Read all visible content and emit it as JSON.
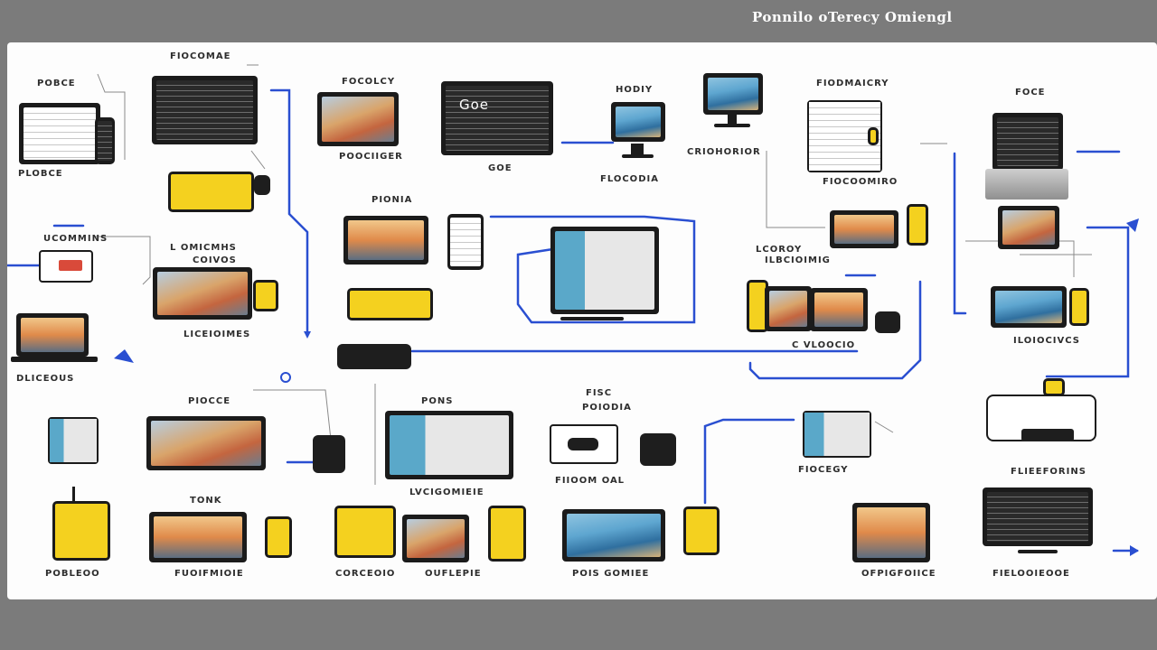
{
  "header": {
    "title": "Ponnilo oTerecy Omiengl"
  },
  "colors": {
    "background": "#7b7b7b",
    "board": "#fdfdfd",
    "connector": "#2a4fd1",
    "accent_yellow": "#f4d11f",
    "device_dark": "#1b1b1b"
  },
  "labels": {
    "l1": "POBCE",
    "l2": "PLOBCE",
    "l3": "FIOCOMAE",
    "l4": "FOCOLCY",
    "l5": "POOCIIGER",
    "l6": "GOE",
    "l7": "HODIY",
    "l8": "FLOCODIA",
    "l9": "CRIOHORIOR",
    "l10": "FIODMAICRY",
    "l11": "FIOCOOMIRO",
    "l12": "FOCE",
    "l13": "UCOMMINS",
    "l14": "L OMICMHS",
    "l15": "COIVOS",
    "l16": "PIONIA",
    "l17": "LCOROY",
    "l18": "DLICEOUS",
    "l19": "LICEIOIMES",
    "l20": "ILBCIOIMIG",
    "l21": "C VLOOCIO",
    "l22": "PIOCCE",
    "l23": "PONS",
    "l24": "FIIOOM OAL",
    "l25": "FIOCEGY",
    "l26": "FISC",
    "l27": "POIODIA",
    "l28": "FLIEEFORINS",
    "l29": "ILOIOCIVCS",
    "l30": "TONK",
    "l31": "POBLEOO",
    "l32": "FUOIFMIOIE",
    "l33": "CORCEOIO",
    "l34": "OUFLEPIE",
    "l35": "POIS GOMIEE",
    "l36": "LVCIGOMIEIE",
    "l37": "OFPIGFOIICE",
    "l38": "FIELOOIEOOE"
  },
  "devices": {
    "screen_text": "Goe"
  }
}
